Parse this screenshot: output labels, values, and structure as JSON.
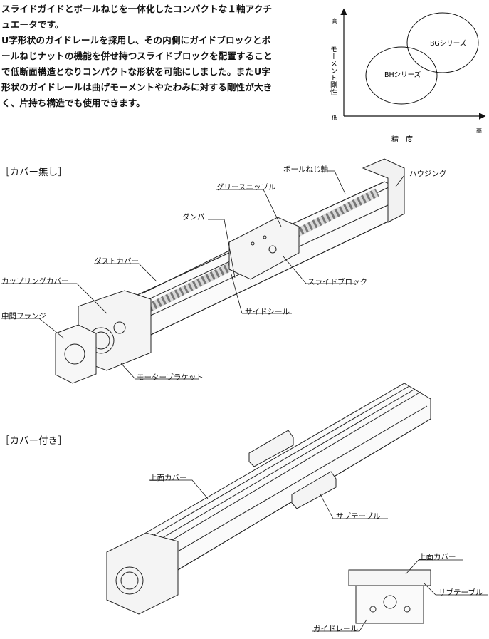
{
  "intro": {
    "lines": [
      "スライドガイドとボールねじを一体化したコンパクトな１軸アクチ",
      "ュエータです。",
      "U字形状のガイドレールを採用し、その内側にガイドブロックとボ",
      "ールねじナットの機能を併せ持つスライドブロックを配置すること",
      "で低断面構造となりコンパクトな形状を可能にしました。またU字",
      "形状のガイドレールは曲げモーメントやたわみに対する剛性が大き",
      "く、片持ち構造でも使用できます。"
    ]
  },
  "position_chart": {
    "y_label": "モーメント剛性",
    "x_label": "精　度",
    "y_high": "高",
    "y_low": "低",
    "x_high": "高",
    "series_bg": "BGシリーズ",
    "series_bh": "BHシリーズ"
  },
  "section_no_cover": {
    "title": "［カバー無し］",
    "labels": {
      "ball_screw": "ボールねじ軸",
      "housing": "ハウジング",
      "grease_nipple": "グリースニップル",
      "damper": "ダンパ",
      "dust_cover": "ダストカバー",
      "coupling_cover": "カップリングカバー",
      "middle_flange": "中間フランジ",
      "slide_block": "スライドブロック",
      "side_seal": "サイドシール",
      "motor_bracket": "モーターブラケット"
    }
  },
  "section_with_cover": {
    "title": "［カバー付き］",
    "labels": {
      "top_cover": "上面カバー",
      "sub_table": "サブテーブル",
      "top_cover_detail": "上面カバー",
      "sub_table_detail": "サブテーブル",
      "guide_rail": "ガイドレール"
    }
  }
}
